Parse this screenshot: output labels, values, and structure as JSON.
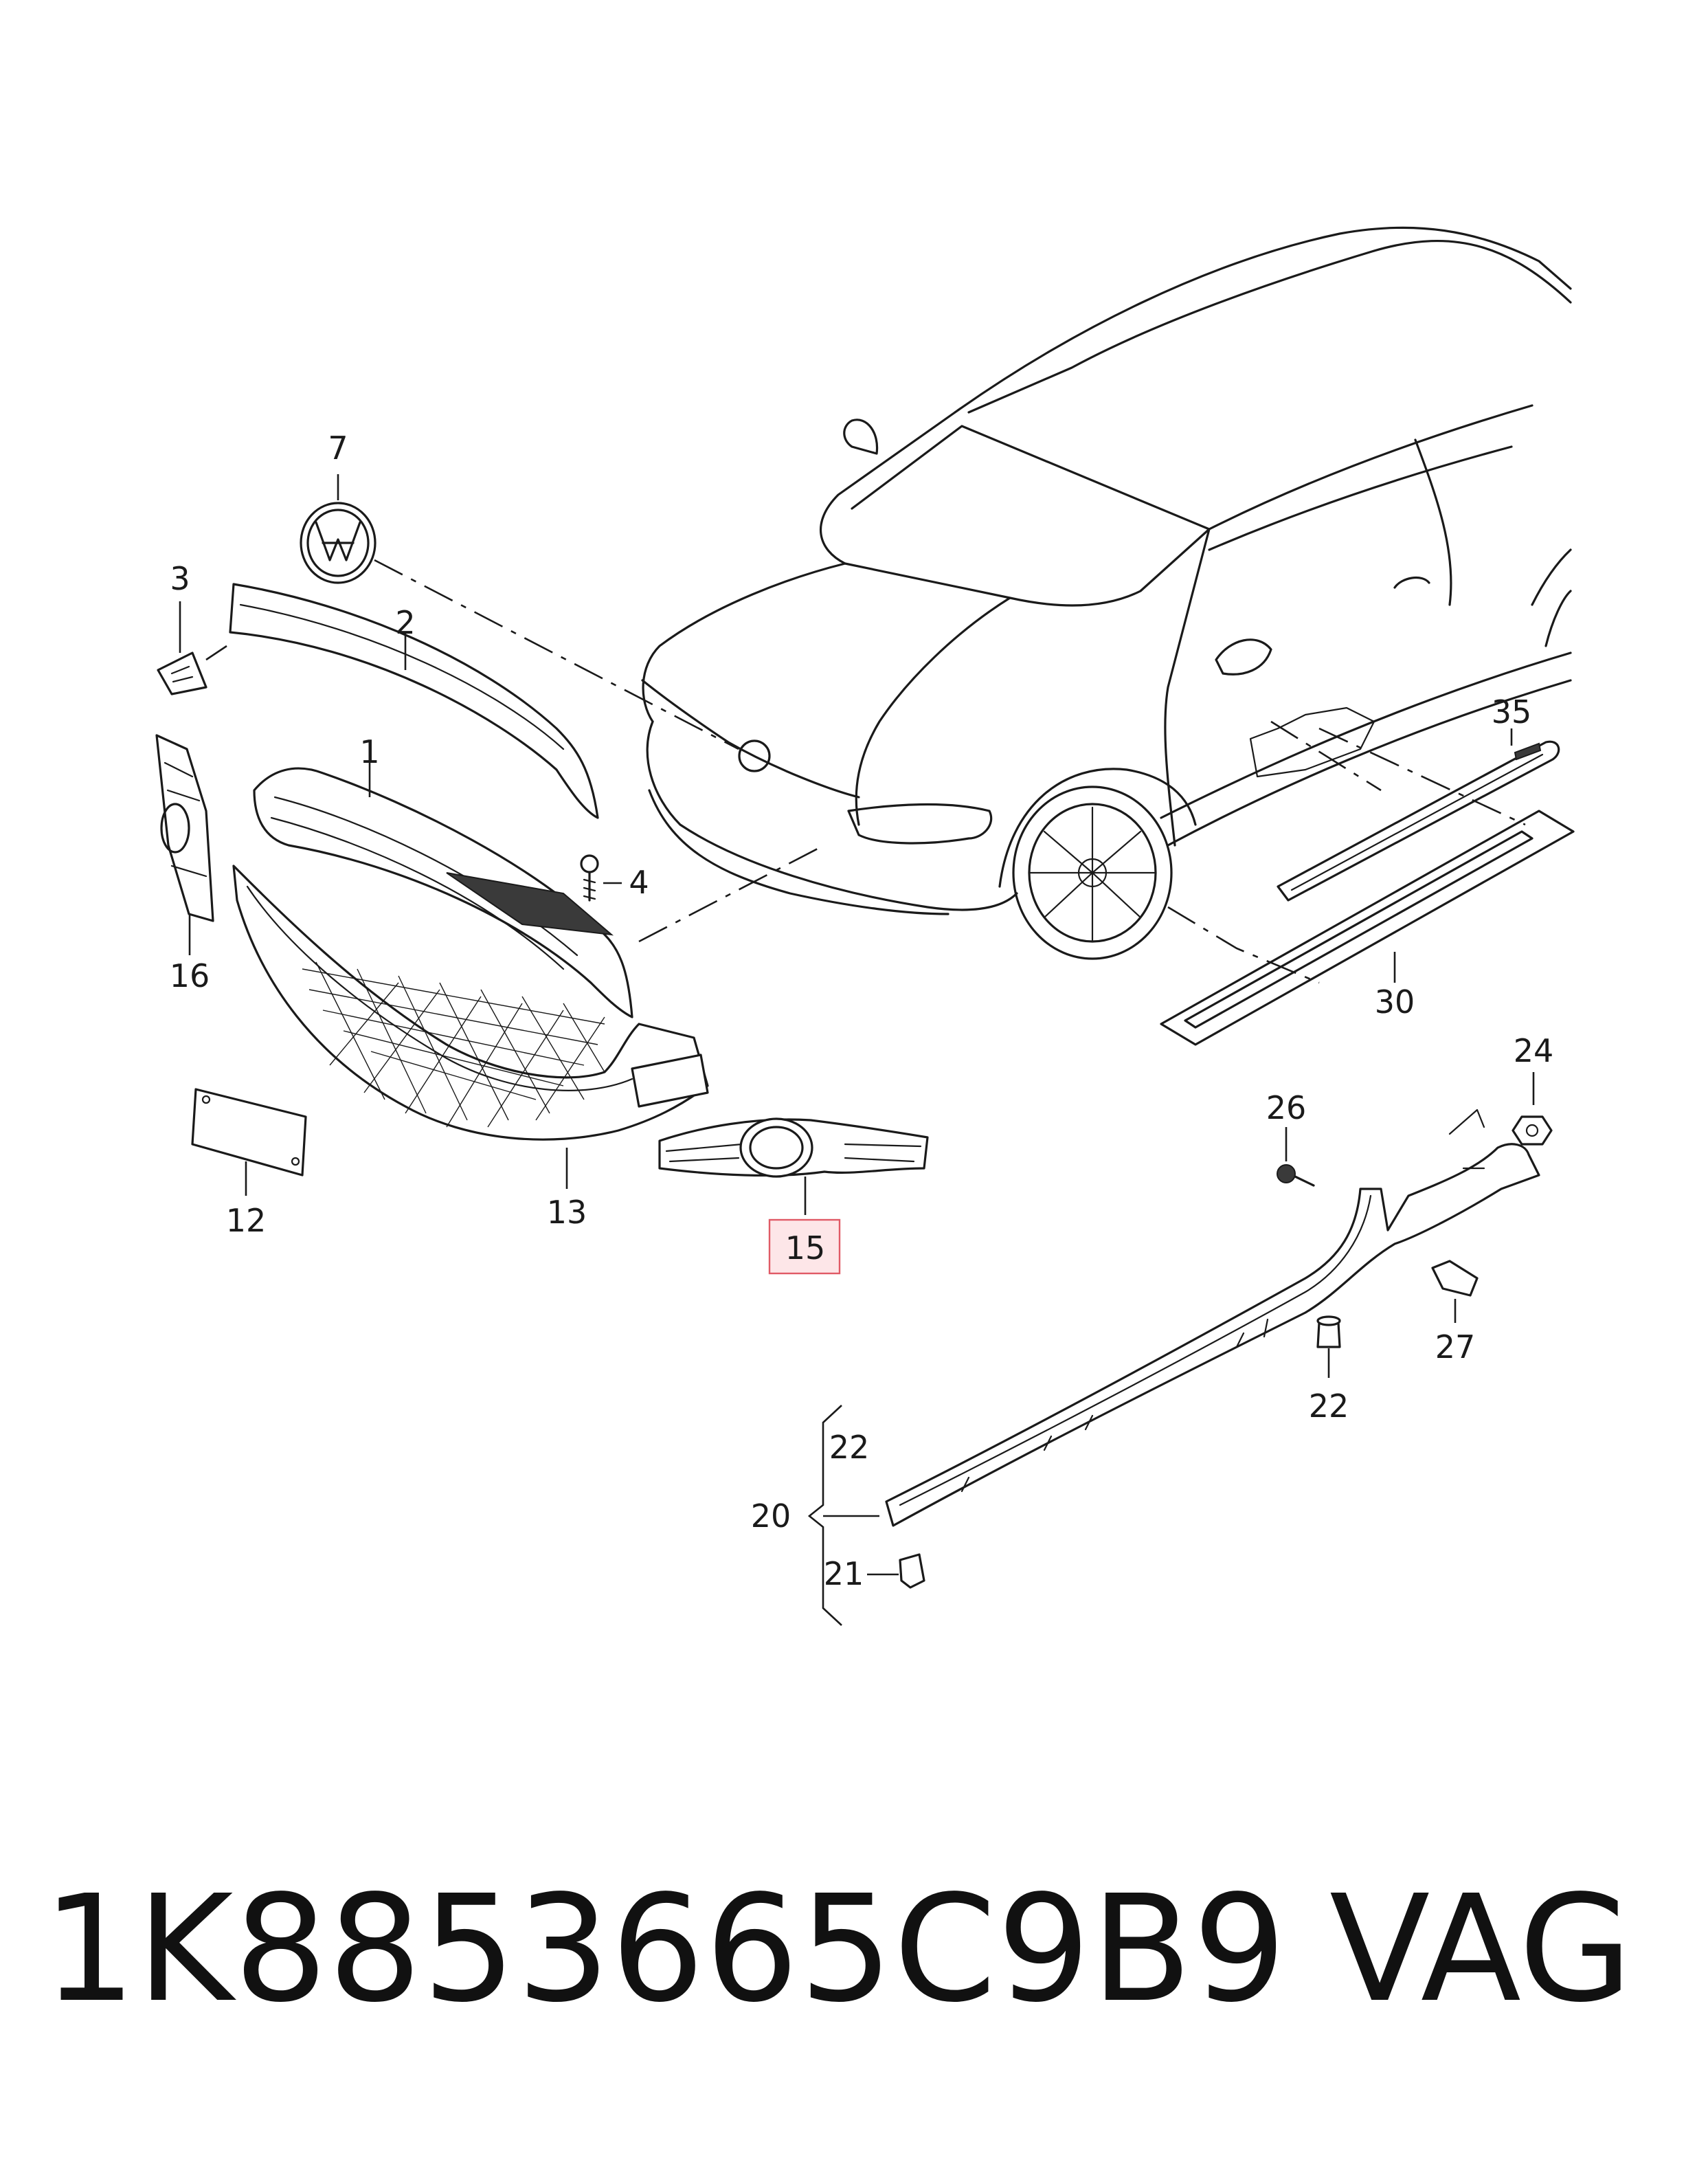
{
  "callouts": {
    "c1": "1",
    "c2": "2",
    "c3": "3",
    "c4": "4",
    "c7": "7",
    "c12": "12",
    "c13": "13",
    "c15": "15",
    "c16": "16",
    "c20": "20",
    "c21": "21",
    "c22a": "22",
    "c22b": "22",
    "c24": "24",
    "c26": "26",
    "c27": "27",
    "c30": "30",
    "c35": "35"
  },
  "highlighted_callout": "15",
  "highlight_colors": {
    "fill": "#fde6e8",
    "border": "#e05a66"
  },
  "footer": {
    "part_number": "1K8853665C9B9",
    "brand": "VAG"
  }
}
